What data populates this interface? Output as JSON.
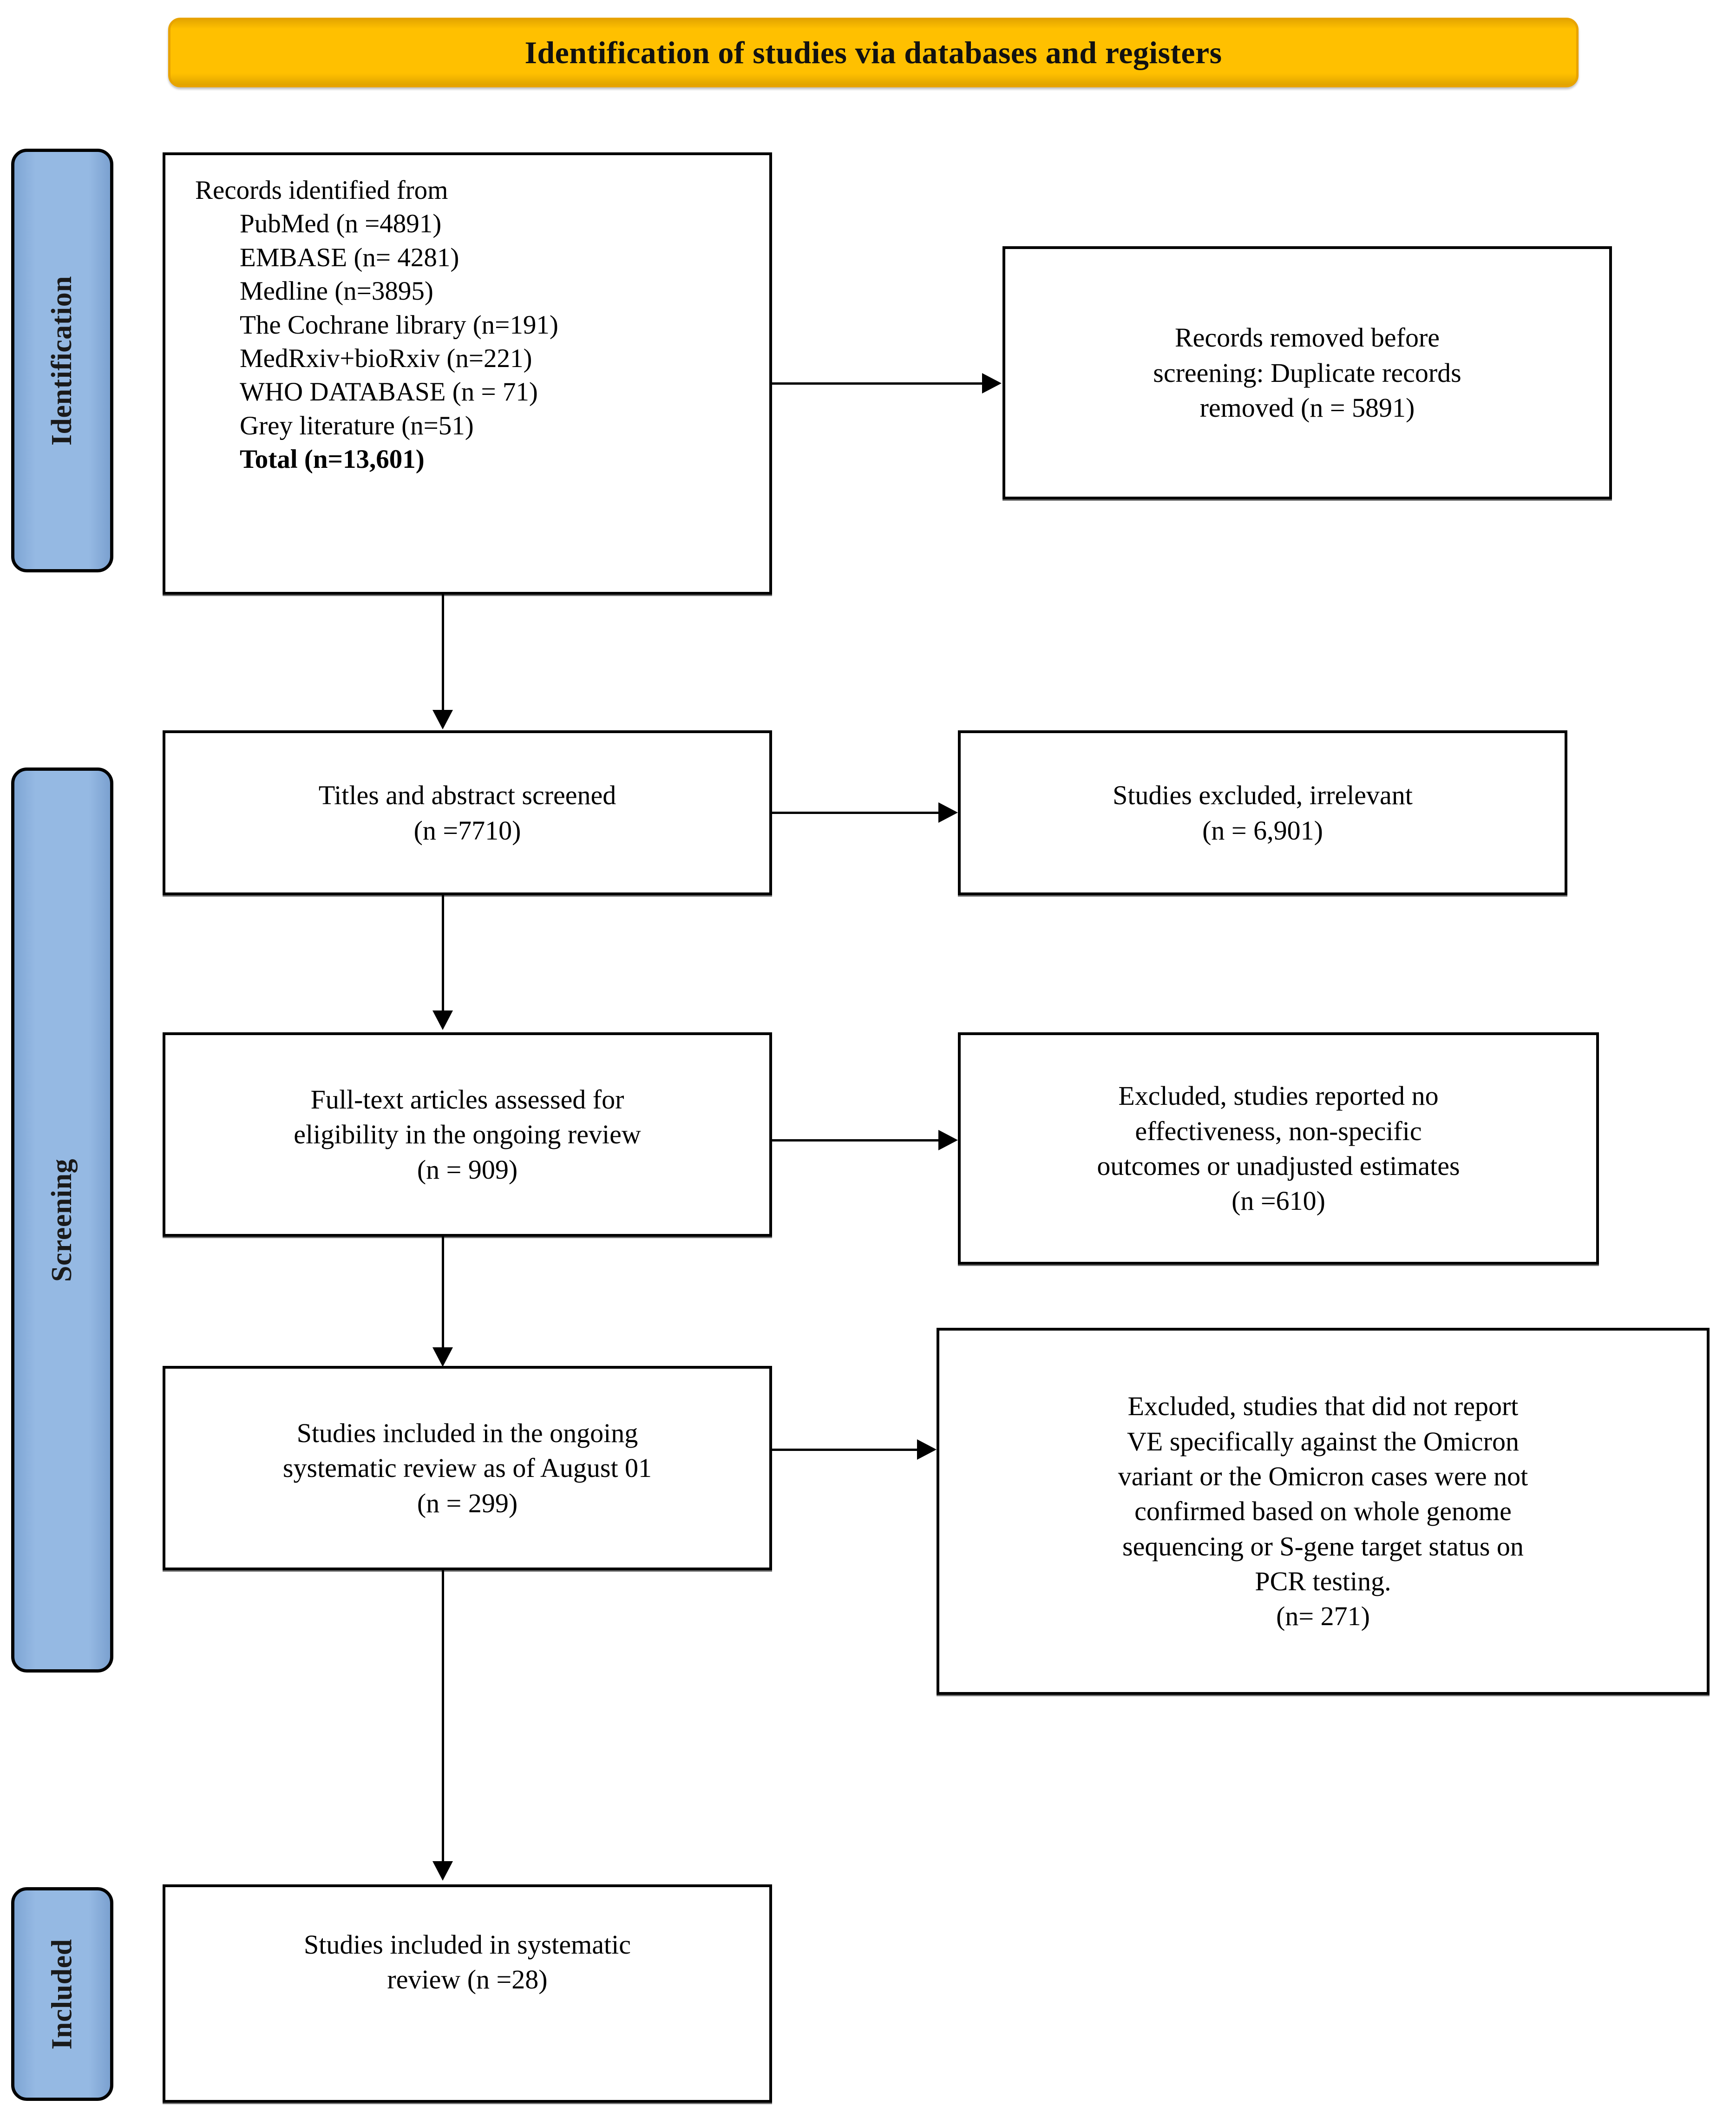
{
  "banner": {
    "title": "Identification of studies via databases and registers"
  },
  "stages": [
    {
      "id": "identification",
      "label": "Identification"
    },
    {
      "id": "screening",
      "label": "Screening"
    },
    {
      "id": "included",
      "label": "Included"
    }
  ],
  "boxes": {
    "records_identified": {
      "heading": "Records identified from",
      "sources": [
        "PubMed (n =4891)",
        "EMBASE (n= 4281)",
        "Medline (n=3895)",
        "The Cochrane library (n=191)",
        "MedRxiv+bioRxiv (n=221)",
        "WHO DATABASE (n = 71)",
        "Grey literature (n=51)"
      ],
      "total": "Total (n=13,601)"
    },
    "records_removed": {
      "line1": "Records removed before",
      "line2": "screening: Duplicate records",
      "line3": "removed (n = 5891)"
    },
    "titles_screened": {
      "line1": "Titles and abstract screened",
      "line2": "(n =7710)"
    },
    "studies_excluded_irrelevant": {
      "line1": "Studies excluded, irrelevant",
      "line2": "(n = 6,901)"
    },
    "fulltext_assessed": {
      "line1": "Full-text articles assessed for",
      "line2": "eligibility in the ongoing review",
      "line3": "(n = 909)"
    },
    "excluded_no_effectiveness": {
      "line1": "Excluded, studies reported no",
      "line2": "effectiveness, non-specific",
      "line3": "outcomes or unadjusted estimates",
      "line4": "(n =610)"
    },
    "included_ongoing": {
      "line1": "Studies included in the ongoing",
      "line2": "systematic review as of August 01",
      "line3": "(n = 299)"
    },
    "excluded_omicron": {
      "line1": "Excluded, studies that did not report",
      "line2": "VE specifically against the Omicron",
      "line3": "variant or the Omicron cases were not",
      "line4": "confirmed based on whole genome",
      "line5": "sequencing or S-gene target status on",
      "line6": "PCR testing.",
      "line7": "(n= 271)"
    },
    "included_final": {
      "line1": "Studies included in systematic",
      "line2": "review (n =28)"
    }
  },
  "colors": {
    "banner_fill": "#FFC000",
    "stage_pill_fill": "#95B9E3",
    "box_border": "#000000",
    "box_fill": "#FFFFFF",
    "connector": "#000000"
  }
}
